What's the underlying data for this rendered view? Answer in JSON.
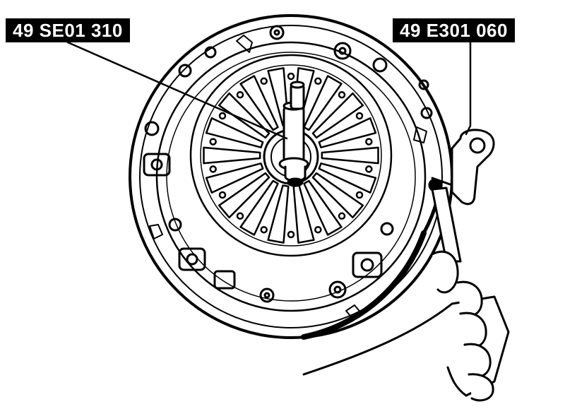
{
  "callouts": {
    "left_tool": "49 SE01 310",
    "right_tool": "49 E301 060"
  },
  "colors": {
    "ink": "#000000",
    "paper": "#ffffff"
  },
  "icons": [
    "clutch-pressure-plate",
    "centering-tool",
    "flywheel-lock",
    "hand"
  ]
}
